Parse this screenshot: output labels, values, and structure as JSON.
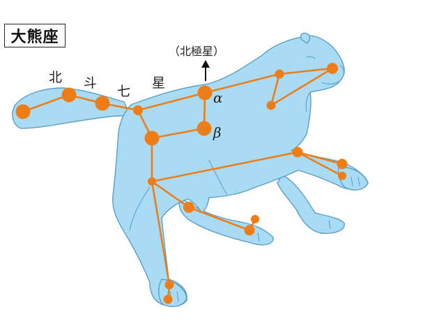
{
  "title": "大熊座",
  "big_dipper": {
    "char1": "北",
    "char2": "斗",
    "char3": "七",
    "char4": "星"
  },
  "polaris_label": "（北極星）",
  "star_labels": {
    "alpha": "α",
    "beta": "β"
  },
  "colors": {
    "bear_fill": "#a9dcf4",
    "bear_outline": "#5a9fc4",
    "constellation": "#ef7d17",
    "text": "#222222"
  }
}
